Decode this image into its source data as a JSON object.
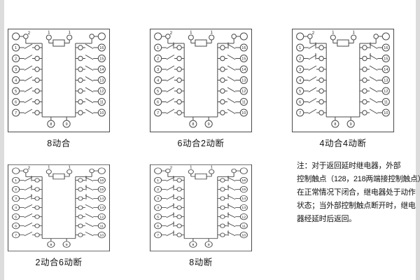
{
  "page": {
    "bg": "#ffffff",
    "ink": "#4a4a4a",
    "text_color": "#111111"
  },
  "socket": {
    "top_labels": [
      "2",
      "1",
      "1"
    ],
    "left_terminals": [
      "1",
      "2",
      "3",
      "4",
      "5",
      "6",
      "7"
    ],
    "right_terminals": [
      "16",
      "15",
      "14",
      "13",
      "12",
      "11",
      "10"
    ],
    "bottom_terminals": [
      "8",
      "9"
    ]
  },
  "diagrams": [
    {
      "label": "8动合",
      "normally_open": 8,
      "normally_closed": 0,
      "nc_per_side": 0
    },
    {
      "label": "6动合2动断",
      "normally_open": 6,
      "normally_closed": 2,
      "nc_per_side": 1
    },
    {
      "label": "4动合4动断",
      "normally_open": 4,
      "normally_closed": 4,
      "nc_per_side": 2
    },
    {
      "label": "2动合6动断",
      "normally_open": 2,
      "normally_closed": 6,
      "nc_per_side": 3
    },
    {
      "label": "8动断",
      "normally_open": 0,
      "normally_closed": 8,
      "nc_per_side": 7
    }
  ],
  "note": {
    "lines": [
      "注：对于返回延时继电器，外部",
      "控制触点（128，218两端接控制触点）",
      "在正常情况下闭合，继电器处于动作",
      "状态；当外部控制触点断开时，继电",
      "器经延时后返回。"
    ]
  }
}
